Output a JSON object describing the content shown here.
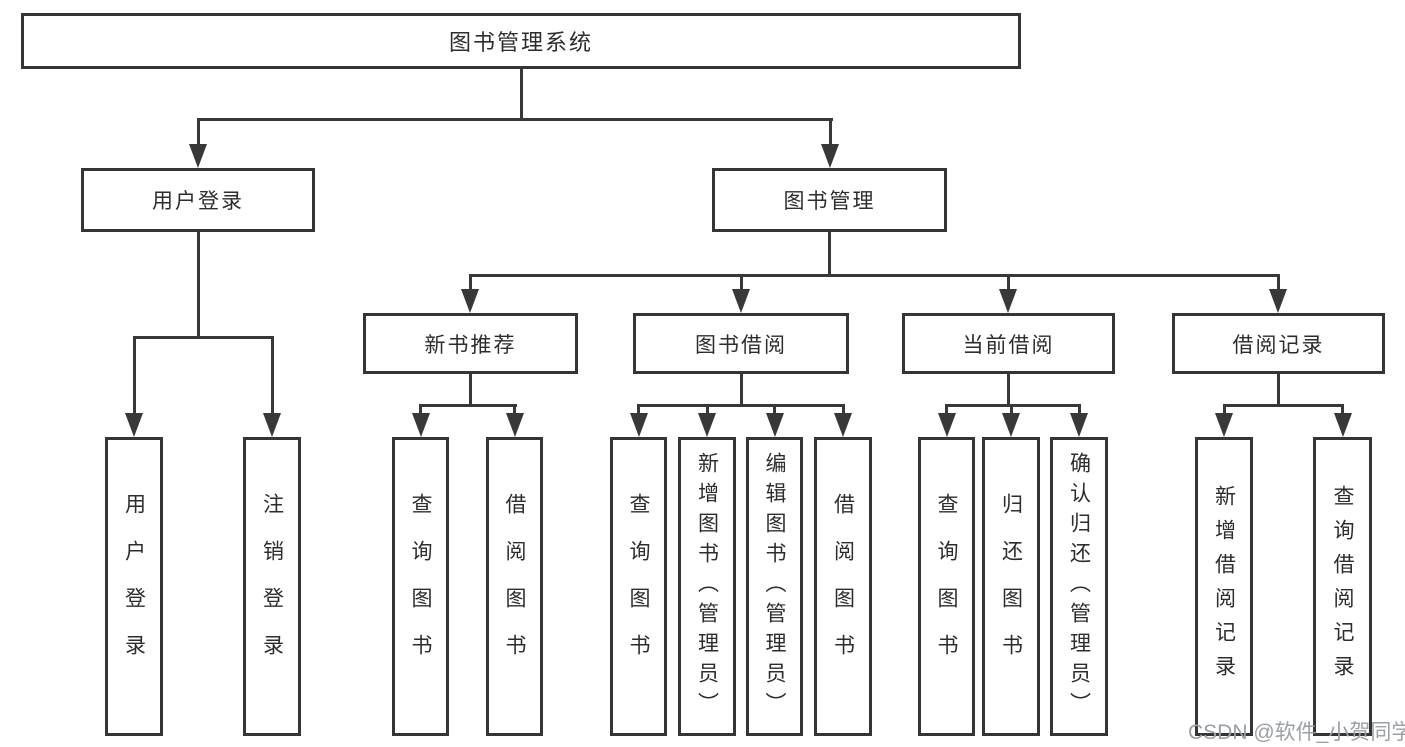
{
  "diagram": {
    "root": {
      "label": "图书管理系统"
    },
    "level2": [
      {
        "label": "用户登录",
        "children": [
          {
            "label": "用户登录"
          },
          {
            "label": "注销登录"
          }
        ]
      },
      {
        "label": "图书管理",
        "children": [
          {
            "label": "新书推荐",
            "children": [
              {
                "label": "查询图书"
              },
              {
                "label": "借阅图书"
              }
            ]
          },
          {
            "label": "图书借阅",
            "children": [
              {
                "label": "查询图书"
              },
              {
                "label": "新增图书（管理员）"
              },
              {
                "label": "编辑图书（管理员）"
              },
              {
                "label": "借阅图书"
              }
            ]
          },
          {
            "label": "当前借阅",
            "children": [
              {
                "label": "查询图书"
              },
              {
                "label": "归还图书"
              },
              {
                "label": "确认归还（管理员）"
              }
            ]
          },
          {
            "label": "借阅记录",
            "children": [
              {
                "label": "新增借阅记录"
              },
              {
                "label": "查询借阅记录"
              }
            ]
          }
        ]
      }
    ]
  },
  "watermark": {
    "text": "CSDN @软件_小贺同学"
  },
  "colors": {
    "line": "#383838",
    "box_border": "#353535",
    "box_fill": "#ffffff",
    "text": "#2d2d2d",
    "watermark": "#9aa0a8"
  }
}
